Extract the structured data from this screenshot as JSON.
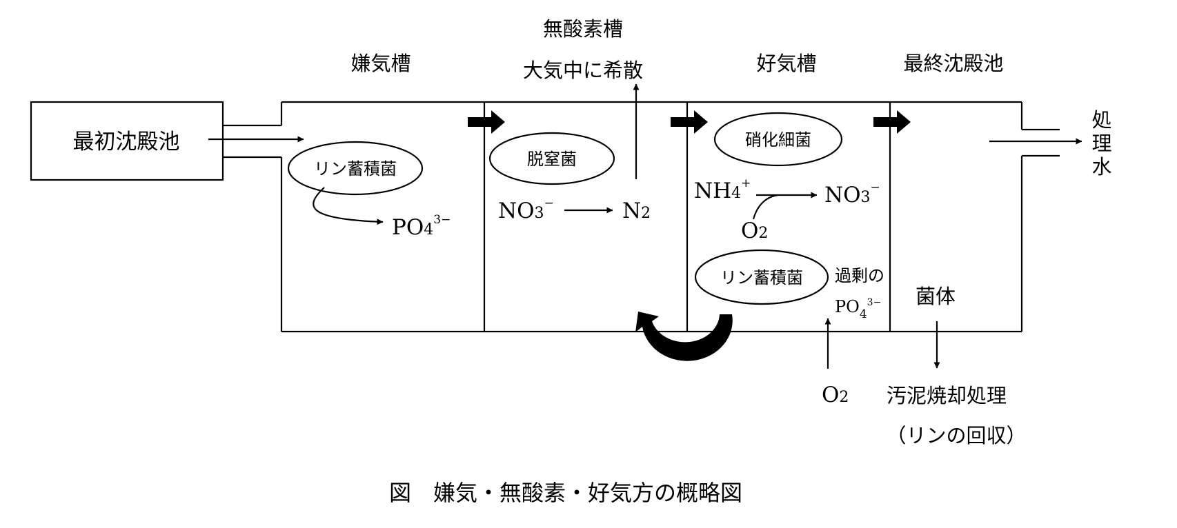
{
  "colors": {
    "line": "#000000",
    "background": "#ffffff"
  },
  "tanks": {
    "primary": "最初沈殿池",
    "anaerobic": "嫌気槽",
    "anoxic": "無酸素槽",
    "aerobic": "好気槽",
    "final": "最終沈殿池"
  },
  "labels": {
    "atmosphere": "大気中に希散",
    "treated_water_chars": [
      "処",
      "理",
      "水"
    ],
    "sludge_treatment": "汚泥焼却処理",
    "phosphorus_recovery": "（リンの回収）",
    "excess": "過剰の",
    "biomass": "菌体"
  },
  "bacteria": {
    "pao": "リン蓄積菌",
    "denitrifier": "脱窒菌",
    "nitrifier": "硝化細菌"
  },
  "chem": {
    "po": "PO",
    "po_sub": "4",
    "po_sup": "3−",
    "no": "NO",
    "no_sub": "3",
    "no_sup": "−",
    "n": "N",
    "n_sub": "2",
    "nh": "NH",
    "nh_sub": "4",
    "nh_sup": "+",
    "o": "O",
    "o_sub": "2"
  },
  "caption": "図　嫌気・無酸素・好気方の概略図"
}
